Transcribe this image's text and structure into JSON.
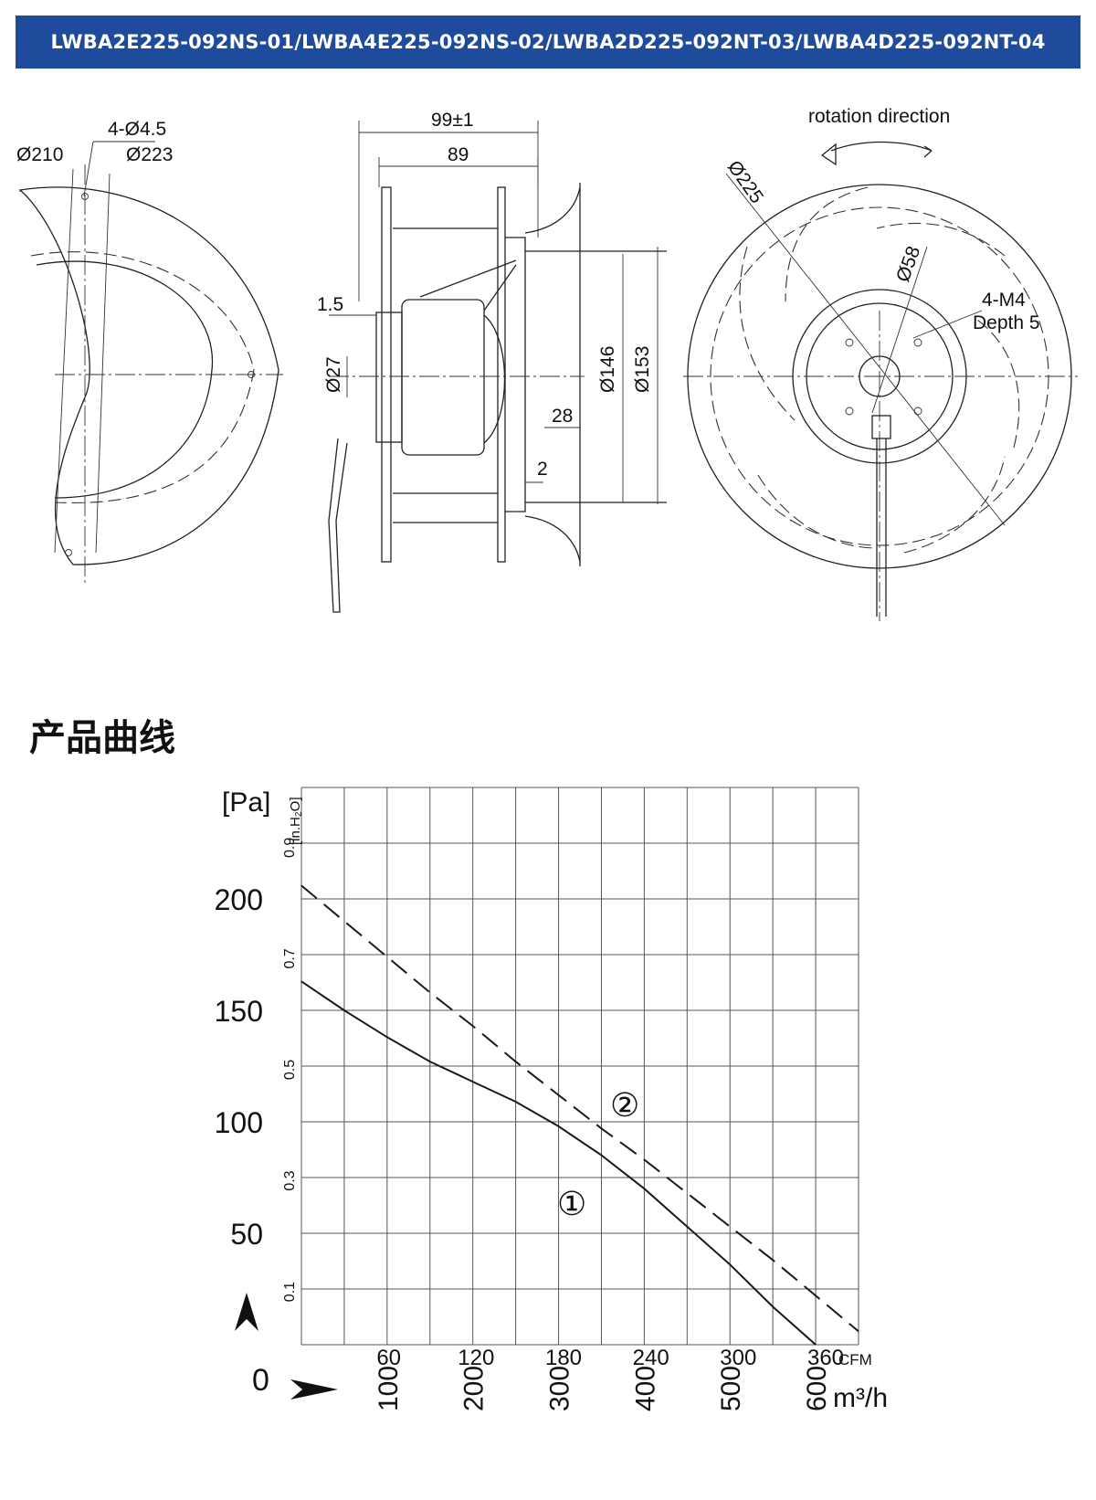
{
  "header": {
    "model_title": "LWBA2E225-092NS-01/LWBA4E225-092NS-02/LWBA2D225-092NT-03/LWBA4D225-092NT-04"
  },
  "drawing": {
    "front_left": {
      "d210": "Ø210",
      "d223": "Ø223",
      "holes": "4-Ø4.5"
    },
    "side": {
      "width_total": "99±1",
      "width_body": "89",
      "flange": "1.5",
      "shaft": "Ø27",
      "d146": "Ø146",
      "d153": "Ø153",
      "inlet": "28",
      "gap": "2"
    },
    "front_right": {
      "rotation": "rotation direction",
      "d225": "Ø225",
      "d58": "Ø58",
      "thread": "4-M4",
      "depth": "Depth 5"
    }
  },
  "section": {
    "heading": "产品曲线"
  },
  "chart_data": {
    "type": "line",
    "y_unit_pa": "[Pa]",
    "y_unit_inh2o": "[in.H₂O]",
    "y_ticks_pa": [
      "0",
      "50",
      "100",
      "150",
      "200"
    ],
    "y_ticks_inh2o": [
      "0.1",
      "0.3",
      "0.5",
      "0.7",
      "0.9"
    ],
    "x_unit_cfm": "CFM",
    "x_unit_m3h": "m³/h",
    "x_ticks_cfm": [
      "60",
      "120",
      "180",
      "240",
      "300",
      "360"
    ],
    "x_ticks_m3h": [
      "100",
      "200",
      "300",
      "400",
      "500",
      "600"
    ],
    "xlim_m3h": [
      0,
      650
    ],
    "ylim_pa": [
      0,
      250
    ],
    "series": [
      {
        "name": "①",
        "style": "solid",
        "x": [
          0,
          50,
          100,
          150,
          200,
          250,
          300,
          350,
          400,
          450,
          500,
          550,
          600
        ],
        "y": [
          163,
          150,
          138,
          127,
          118,
          109,
          98,
          85,
          70,
          53,
          36,
          17,
          0
        ]
      },
      {
        "name": "②",
        "style": "dashed",
        "x": [
          0,
          50,
          100,
          150,
          200,
          250,
          300,
          350,
          400,
          450,
          500,
          550,
          600,
          650
        ],
        "y": [
          206,
          190,
          174,
          158,
          143,
          127,
          112,
          97,
          83,
          68,
          53,
          38,
          22,
          6
        ]
      }
    ],
    "grid": true,
    "colors": {
      "line": "#1a1a1a",
      "grid": "#555555",
      "title_bar": "#1e4b9c"
    }
  }
}
